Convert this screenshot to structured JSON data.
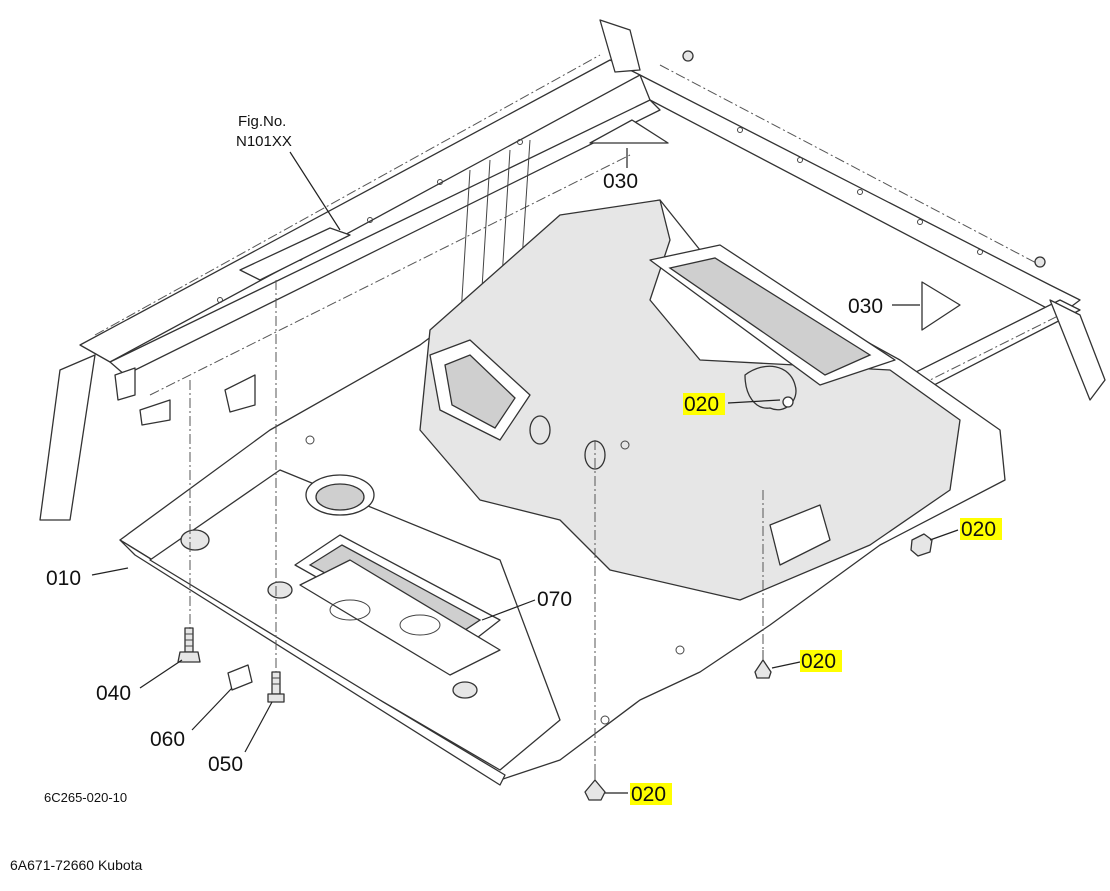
{
  "figure": {
    "fig_no_label": "Fig.No.",
    "fig_no_value": "N101XX",
    "drawing_code": "6C265-020-10"
  },
  "callouts": {
    "c010": "010",
    "c020_a": "020",
    "c020_b": "020",
    "c020_c": "020",
    "c020_d": "020",
    "c030_top": "030",
    "c030_right": "030",
    "c040": "040",
    "c050": "050",
    "c060": "060",
    "c070": "070"
  },
  "caption": "6A671-72660 Kubota",
  "colors": {
    "highlight": "#ffff00",
    "line": "#333333",
    "fill_light": "#e6e6e6"
  }
}
